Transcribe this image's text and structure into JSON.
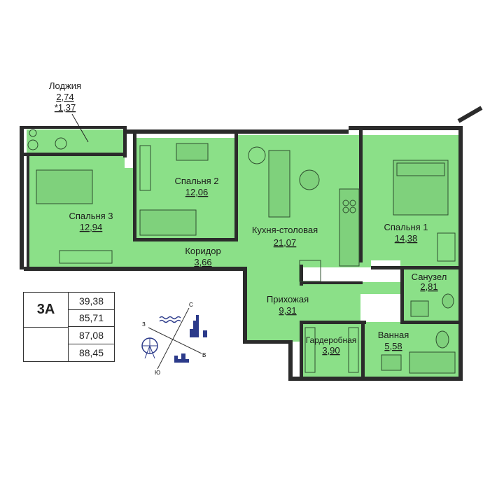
{
  "rooms": {
    "loggia": {
      "name": "Лоджия",
      "area": "2,74",
      "area_coef": "*1,37"
    },
    "bedroom2": {
      "name": "Спальня 2",
      "area": "12,06"
    },
    "bedroom3": {
      "name": "Спальня 3",
      "area": "12,94"
    },
    "kitchen": {
      "name": "Кухня-столовая",
      "area": "21,07"
    },
    "bedroom1": {
      "name": "Спальня 1",
      "area": "14,38"
    },
    "corridor": {
      "name": "Коридор",
      "area": "3,66"
    },
    "hall": {
      "name": "Прихожая",
      "area": "9,31"
    },
    "wc": {
      "name": "Санузел",
      "area": "2,81"
    },
    "wardrobe": {
      "name": "Гардеробная",
      "area": "3,90"
    },
    "bathroom": {
      "name": "Ванная",
      "area": "5,58"
    }
  },
  "info": {
    "type": "3А",
    "areas": [
      "39,38",
      "85,71",
      "87,08",
      "88,45"
    ]
  },
  "compass": {
    "n": "С",
    "s": "Ю",
    "w": "З",
    "e": "В"
  },
  "colors": {
    "room": "#8be088",
    "wall": "#2b2b2b",
    "furniture": "#2f4f2f"
  }
}
